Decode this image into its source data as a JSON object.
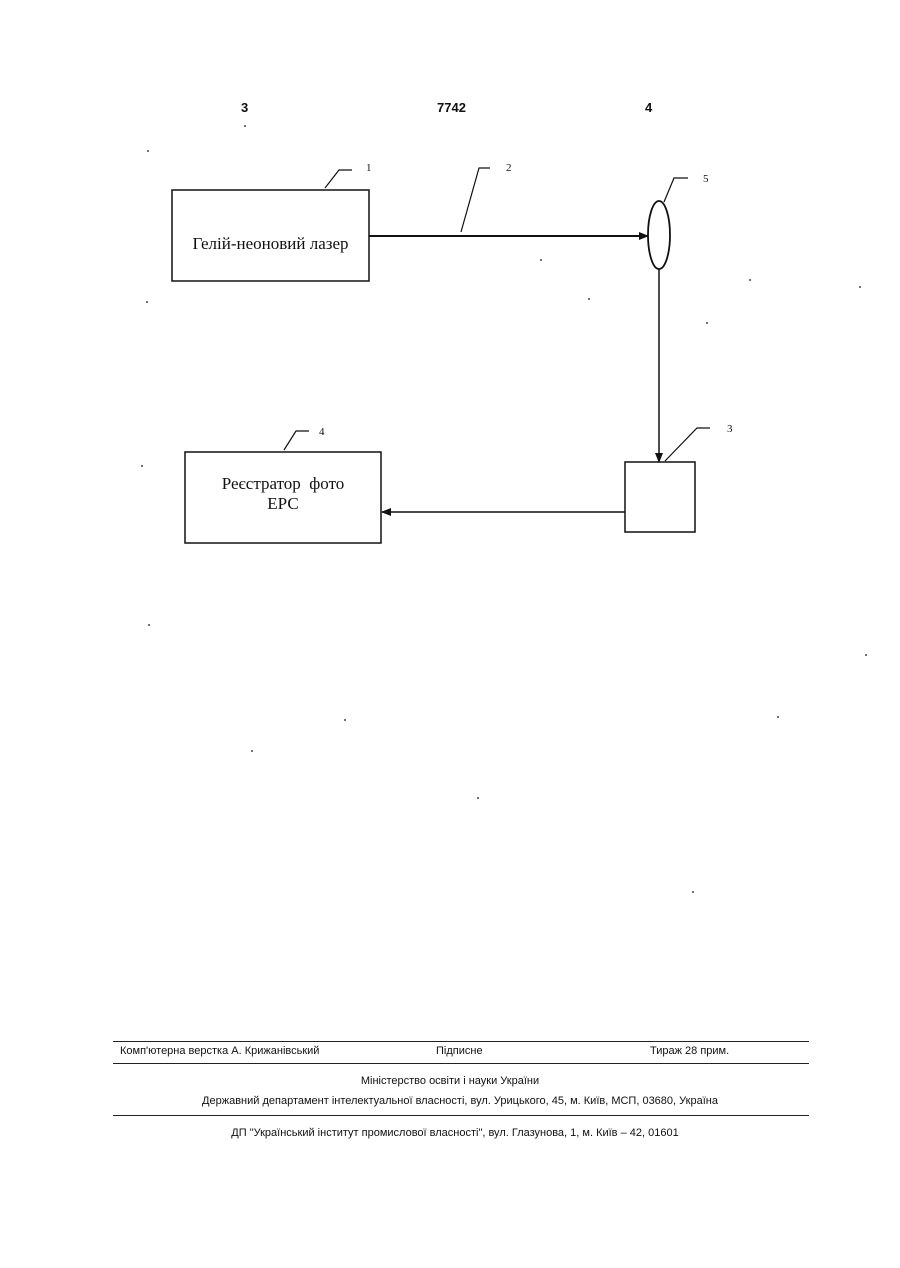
{
  "header": {
    "page_left": "3",
    "patent_number": "7742",
    "page_right": "4"
  },
  "diagram": {
    "blocks": [
      {
        "ref": "1",
        "label": "Гелій-неоновий лазер"
      },
      {
        "ref": "4",
        "label_line1": "Реєстратор  фото",
        "label_line2": "ЕРС"
      },
      {
        "ref": "3",
        "label": ""
      }
    ],
    "ref_beam": "2",
    "ref_lens": "5"
  },
  "footer": {
    "layout": "Комп'ютерна верстка А. Крижанівський",
    "signed": "Підписне",
    "circulation": "Тираж 28 прим.",
    "ministry": "Міністерство освіти і науки України",
    "department": "Державний департамент інтелектуальної власності, вул. Урицького, 45, м. Київ, МСП, 03680, Україна",
    "institute": "ДП \"Український інститут промислової власності\", вул. Глазунова, 1, м. Київ – 42, 01601"
  }
}
